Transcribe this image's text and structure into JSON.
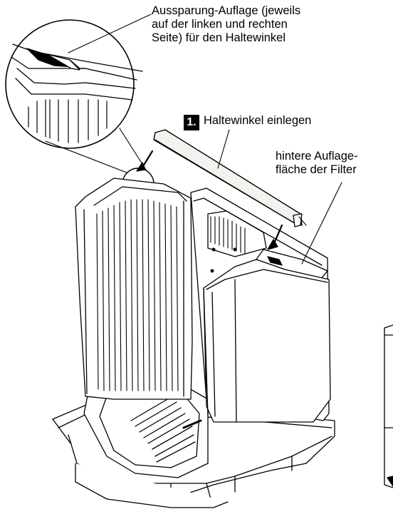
{
  "callouts": {
    "recess": {
      "lines": [
        "Aussparung-Auflage (jeweils",
        "auf der linken und rechten",
        "Seite) für den Haltewinkel"
      ]
    },
    "rear_surface": {
      "lines": [
        "hintere Auflage-",
        "fläche der Filter"
      ]
    }
  },
  "step": {
    "number": "1.",
    "label": "Haltewinkel einlegen"
  },
  "colors": {
    "line": "#000000",
    "background": "#ffffff",
    "bracket_fill": "#f2f2ee",
    "hatch_dark": "#222222"
  }
}
